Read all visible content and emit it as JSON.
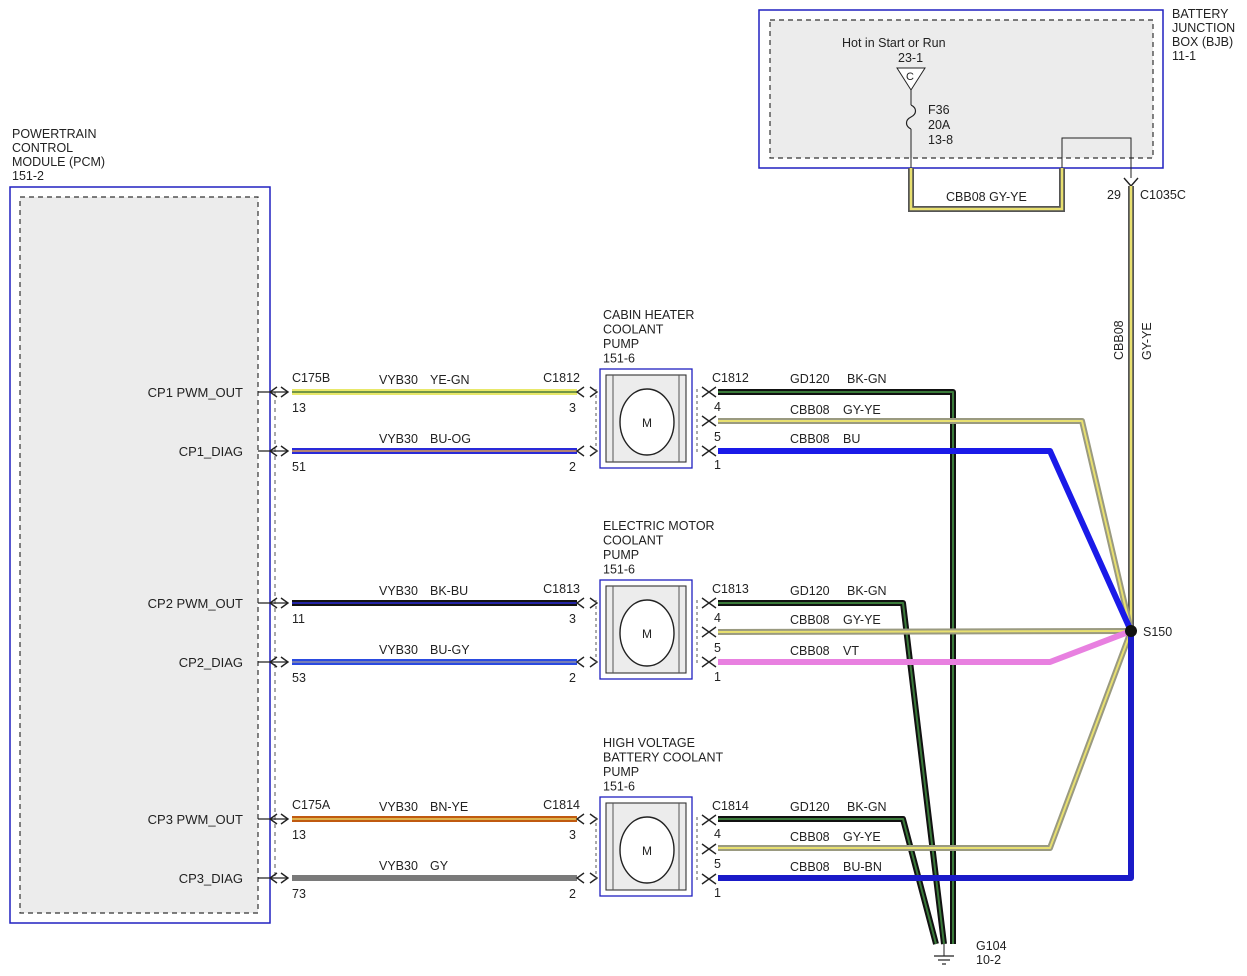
{
  "bjb": {
    "lines": [
      "BATTERY",
      "JUNCTION",
      "BOX (BJB)",
      "11-1"
    ]
  },
  "pcm": {
    "lines": [
      "POWERTRAIN",
      "CONTROL",
      "MODULE (PCM)",
      "151-2"
    ]
  },
  "power": {
    "title": "Hot in Start or Run",
    "ref": "23-1",
    "letter": "C",
    "fuse_lines": [
      "F36",
      "20A",
      "13-8"
    ],
    "loop_wire": "CBB08  GY-YE",
    "pin": "29",
    "connector": "C1035C",
    "vertical_wire": [
      "CBB08",
      "GY-YE"
    ]
  },
  "pumps": [
    {
      "lines": [
        "CABIN HEATER",
        "COOLANT",
        "PUMP",
        "151-6"
      ],
      "motor": "M",
      "left_connector": "C1812",
      "right_connector": "C1812"
    },
    {
      "lines": [
        "ELECTRIC MOTOR",
        "COOLANT",
        "PUMP",
        "151-6"
      ],
      "motor": "M",
      "left_connector": "C1813",
      "right_connector": "C1813"
    },
    {
      "lines": [
        "HIGH VOLTAGE",
        "BATTERY COOLANT",
        "PUMP",
        "151-6"
      ],
      "motor": "M",
      "left_connector": "C1814",
      "right_connector": "C1814"
    }
  ],
  "left_circuits": [
    {
      "signal": "CP1 PWM_OUT",
      "pcm_connector": "C175B",
      "pcm_pin": "13",
      "circuit": "VYB30",
      "color_code": "YE-GN",
      "pump_connector": "C1812",
      "pump_pin": "3",
      "colors": [
        "#e8e86a",
        "#4a7a3a"
      ]
    },
    {
      "signal": "CP1_DIAG",
      "pcm_connector": "",
      "pcm_pin": "51",
      "circuit": "VYB30",
      "color_code": "BU-OG",
      "pump_connector": "",
      "pump_pin": "2",
      "colors": [
        "#2a2ad8",
        "#e0a050"
      ]
    },
    {
      "signal": "CP2 PWM_OUT",
      "pcm_connector": "",
      "pcm_pin": "11",
      "circuit": "VYB30",
      "color_code": "BK-BU",
      "pump_connector": "C1813",
      "pump_pin": "3",
      "colors": [
        "#111111",
        "#2a2ad8"
      ]
    },
    {
      "signal": "CP2_DIAG",
      "pcm_connector": "",
      "pcm_pin": "53",
      "circuit": "VYB30",
      "color_code": "BU-GY",
      "pump_connector": "",
      "pump_pin": "2",
      "colors": [
        "#2a4ae0",
        "#9090a8"
      ]
    },
    {
      "signal": "CP3 PWM_OUT",
      "pcm_connector": "C175A",
      "pcm_pin": "13",
      "circuit": "VYB30",
      "color_code": "BN-YE",
      "pump_connector": "C1814",
      "pump_pin": "3",
      "colors": [
        "#c05a10",
        "#e8d060"
      ]
    },
    {
      "signal": "CP3_DIAG",
      "pcm_connector": "",
      "pcm_pin": "73",
      "circuit": "VYB30",
      "color_code": "GY",
      "pump_connector": "",
      "pump_pin": "2",
      "colors": [
        "#7a7a7a",
        "#7a7a7a"
      ]
    }
  ],
  "right_circuits": [
    {
      "pin": "",
      "circuit": "GD120",
      "color_code": "BK-GN",
      "colors": [
        "#111111",
        "#3a7a3a"
      ]
    },
    {
      "pin": "4",
      "circuit": "CBB08",
      "color_code": "GY-YE",
      "colors": [
        "#9a9a80",
        "#e8e070"
      ]
    },
    {
      "pin": "5",
      "circuit": "CBB08",
      "color_code": "BU",
      "colors": [
        "#1a1ae8",
        "#1a1ae8"
      ]
    },
    {
      "pin": "1",
      "circuit": "",
      "color_code": "",
      "colors": [
        "#1a1ae8",
        "#1a1ae8"
      ]
    },
    {
      "pin": "",
      "circuit": "GD120",
      "color_code": "BK-GN",
      "colors": [
        "#111111",
        "#3a7a3a"
      ]
    },
    {
      "pin": "4",
      "circuit": "CBB08",
      "color_code": "GY-YE",
      "colors": [
        "#9a9a80",
        "#e8e070"
      ]
    },
    {
      "pin": "5",
      "circuit": "CBB08",
      "color_code": "VT",
      "colors": [
        "#e880e0",
        "#e880e0"
      ]
    },
    {
      "pin": "1",
      "circuit": "",
      "color_code": "",
      "colors": [
        "#e880e0",
        "#e880e0"
      ]
    },
    {
      "pin": "",
      "circuit": "GD120",
      "color_code": "BK-GN",
      "colors": [
        "#111111",
        "#3a7a3a"
      ]
    },
    {
      "pin": "4",
      "circuit": "CBB08",
      "color_code": "GY-YE",
      "colors": [
        "#9a9a80",
        "#e8e070"
      ]
    },
    {
      "pin": "5",
      "circuit": "CBB08",
      "color_code": "BU-BN",
      "colors": [
        "#1a1ac8",
        "#1a1ac8"
      ]
    },
    {
      "pin": "1",
      "circuit": "",
      "color_code": "",
      "colors": [
        "#1a1ac8",
        "#1a1ac8"
      ]
    }
  ],
  "splice": {
    "label": "S150"
  },
  "ground": {
    "lines": [
      "G104",
      "10-2"
    ]
  },
  "colors": {
    "module_border": "#2020c0",
    "dashed": "#333333",
    "module_fill": "#ececec"
  }
}
